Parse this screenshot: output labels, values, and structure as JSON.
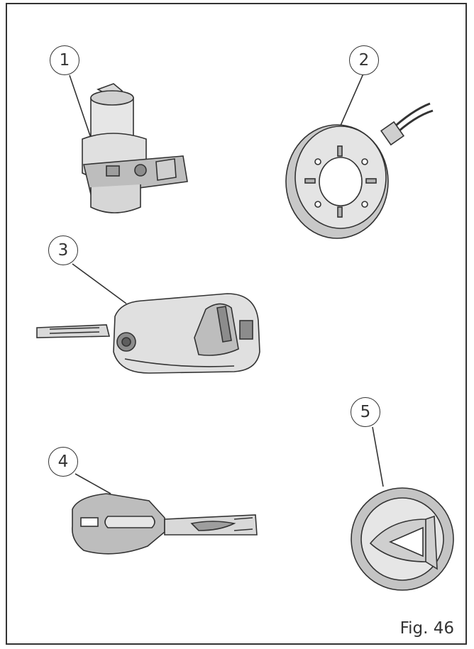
{
  "callouts": [
    {
      "id": "1",
      "label": "1"
    },
    {
      "id": "2",
      "label": "2"
    },
    {
      "id": "3",
      "label": "3"
    },
    {
      "id": "4",
      "label": "4"
    },
    {
      "id": "5",
      "label": "5"
    }
  ],
  "figure": {
    "label": "Fig. 46"
  },
  "colors": {
    "line": "#333333",
    "fill_light": "#e6e6e6",
    "fill_mid": "#bdbdbd",
    "fill_dark": "#8c8c8c"
  }
}
